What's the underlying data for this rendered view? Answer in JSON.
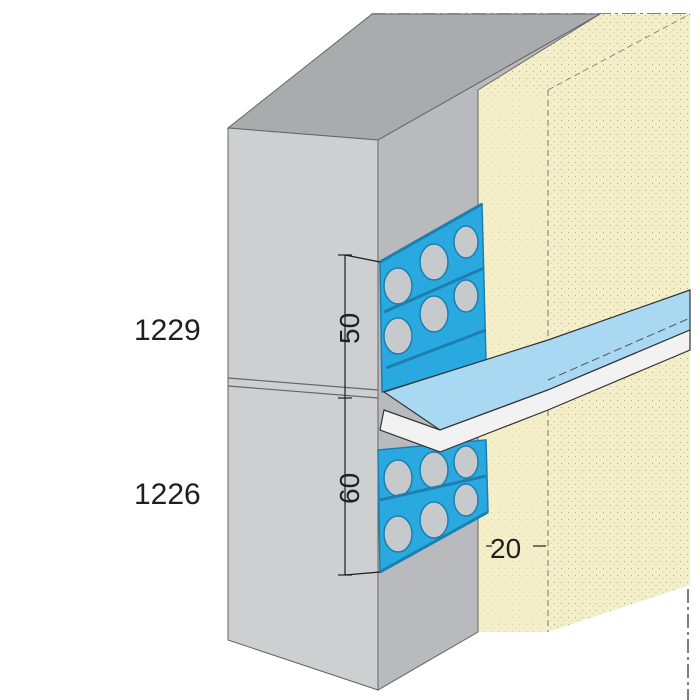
{
  "labels": {
    "profile_top": "1229",
    "profile_bottom": "1226",
    "dim_upper": "50",
    "dim_lower": "60",
    "dim_gap": "20"
  },
  "colors": {
    "concrete_front": "#cdcfd1",
    "concrete_top": "#a9abad",
    "concrete_side": "#b8babd",
    "insulation": "#f4efc9",
    "profile_blue": "#2aa8e0",
    "profile_dark": "#1c7fb0",
    "sheet_light": "#a9d8f2",
    "sheet_white": "#f2f2f2"
  }
}
